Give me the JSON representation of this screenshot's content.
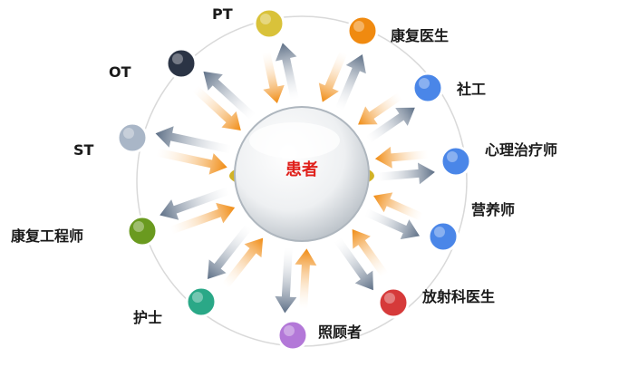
{
  "center": {
    "label": "患者"
  },
  "nodes": [
    {
      "id": "pt",
      "label": "PT",
      "color": "#d9c23a"
    },
    {
      "id": "rehab-doc",
      "label": "康复医生",
      "color": "#f08a10"
    },
    {
      "id": "social",
      "label": "社工",
      "color": "#4a86e8"
    },
    {
      "id": "psych",
      "label": "心理治疗师",
      "color": "#4a86e8"
    },
    {
      "id": "nutrition",
      "label": "营养师",
      "color": "#4a86e8"
    },
    {
      "id": "radiology",
      "label": "放射科医生",
      "color": "#d63a3a"
    },
    {
      "id": "caregiver",
      "label": "照顾者",
      "color": "#b378d8"
    },
    {
      "id": "nurse",
      "label": "护士",
      "color": "#2aa887"
    },
    {
      "id": "rehab-eng",
      "label": "康复工程师",
      "color": "#6a9a1f"
    },
    {
      "id": "st",
      "label": "ST",
      "color": "#a9b6c7"
    },
    {
      "id": "ot",
      "label": "OT",
      "color": "#2b3445"
    }
  ]
}
